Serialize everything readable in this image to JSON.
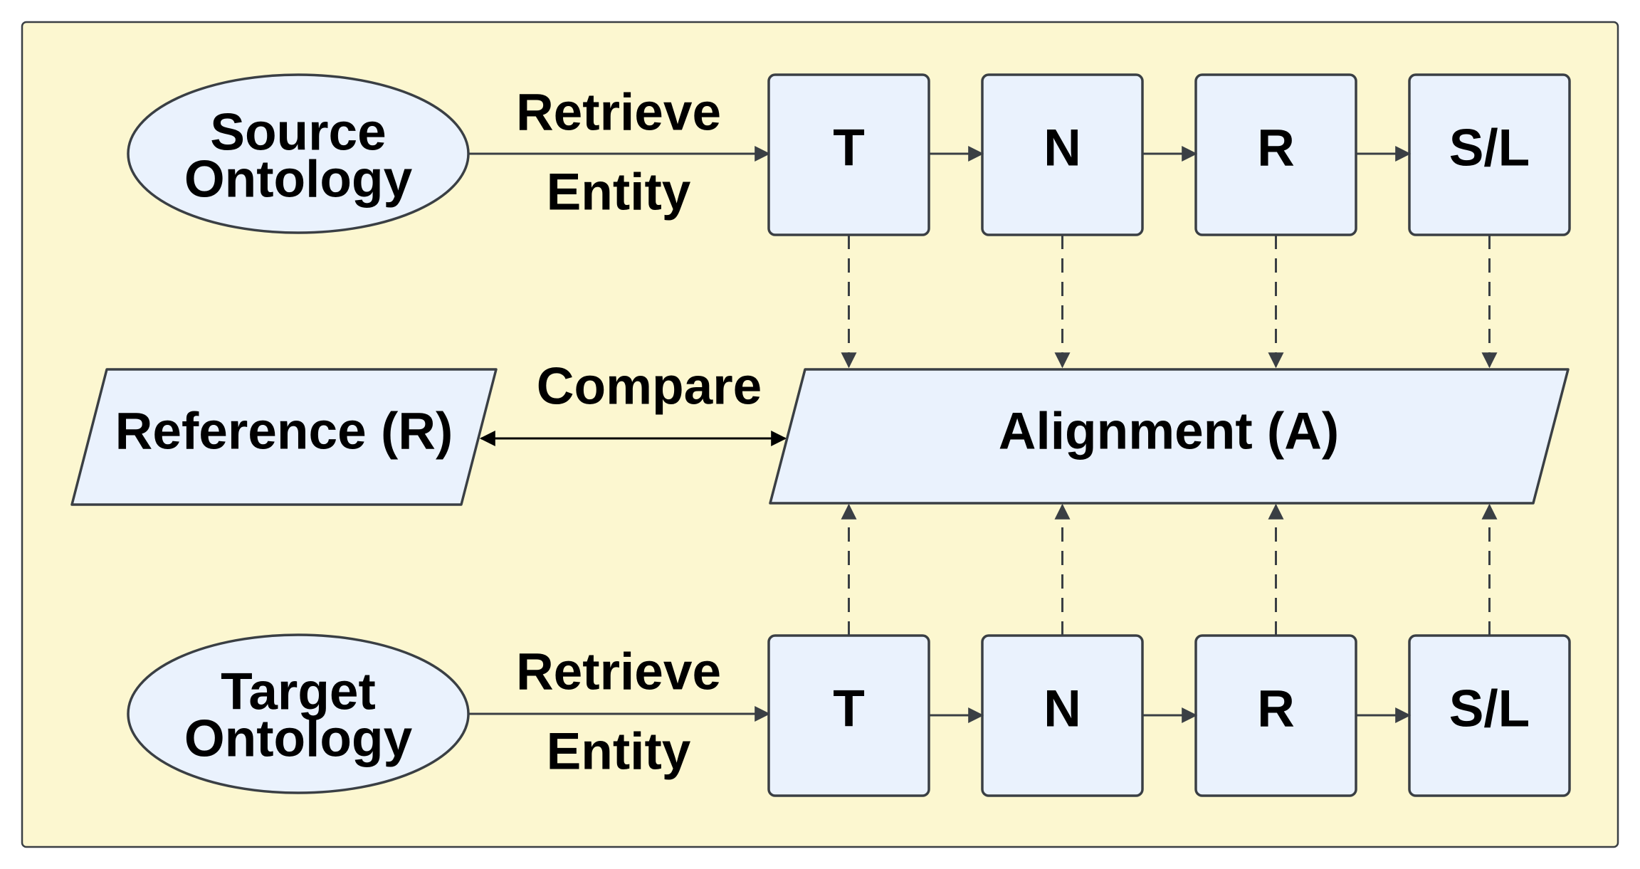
{
  "source_ontology": {
    "line1": "Source",
    "line2": "Ontology"
  },
  "target_ontology": {
    "line1": "Target",
    "line2": "Ontology"
  },
  "retrieve_label": {
    "line1": "Retrieve",
    "line2": "Entity"
  },
  "source_steps": [
    "T",
    "N",
    "R",
    "S/L"
  ],
  "target_steps": [
    "T",
    "N",
    "R",
    "S/L"
  ],
  "reference": "Reference (R)",
  "alignment": "Alignment (A)",
  "compare_label": "Compare",
  "colors": {
    "background": "#fcf7d0",
    "node_fill": "#eaf2fd",
    "stroke": "#3a3f44"
  }
}
